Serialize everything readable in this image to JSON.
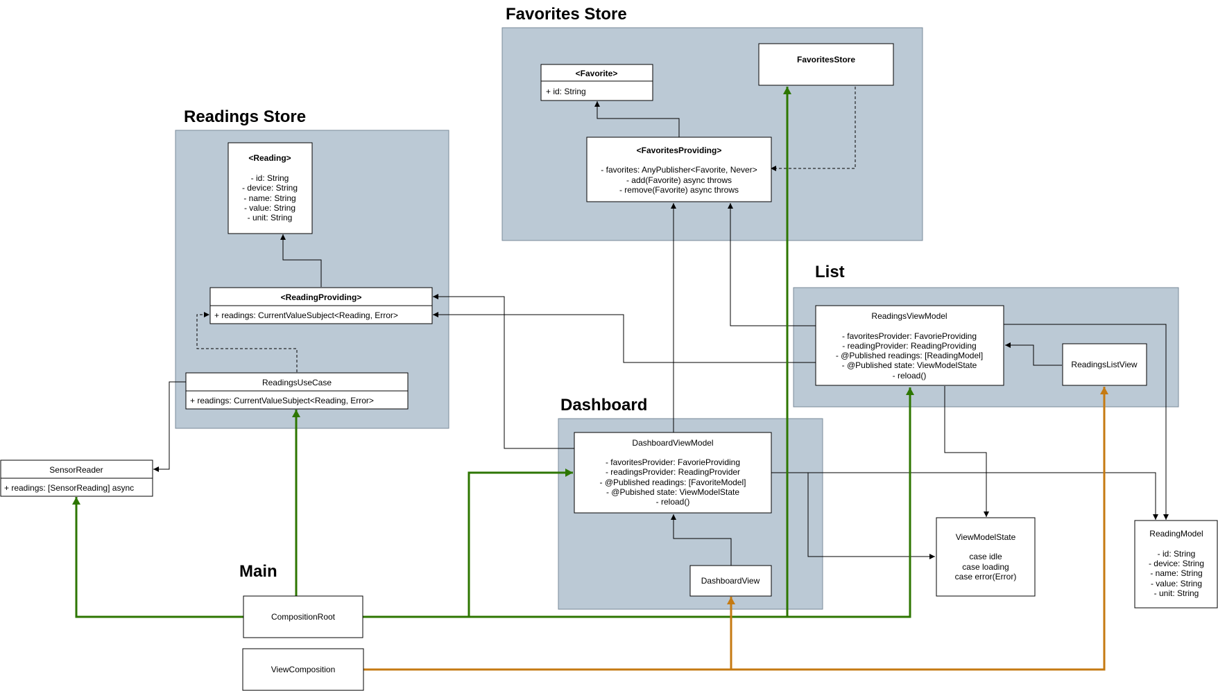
{
  "colors": {
    "package_fill": "#bbc9d5",
    "green_edge": "#2d7600",
    "orange_edge": "#c57a12",
    "edge": "#000000"
  },
  "packages": {
    "favorites_store": "Favorites Store",
    "readings_store": "Readings Store",
    "list": "List",
    "dashboard": "Dashboard",
    "main": "Main"
  },
  "favorite": {
    "title": "<Favorite>",
    "attrs": [
      "+ id: String"
    ]
  },
  "favorites_store_cls": {
    "title": "FavoritesStore"
  },
  "favorites_providing": {
    "title": "<FavoritesProviding>",
    "attrs": [
      "- favorites: AnyPublisher<Favorite, Never>",
      "- add(Favorite) async throws",
      "- remove(Favorite) async throws"
    ]
  },
  "reading": {
    "title": "<Reading>",
    "attrs": [
      "- id: String",
      "- device: String",
      "- name: String",
      "- value: String",
      "- unit: String"
    ]
  },
  "reading_providing": {
    "title": "<ReadingProviding>",
    "attrs": [
      "+ readings: CurrentValueSubject<Reading, Error>"
    ]
  },
  "readings_use_case": {
    "title": "ReadingsUseCase",
    "attrs": [
      "+ readings: CurrentValueSubject<Reading, Error>"
    ]
  },
  "sensor_reader": {
    "title": "SensorReader",
    "attrs": [
      "+ readings: [SensorReading] async"
    ]
  },
  "readings_view_model": {
    "title": "ReadingsViewModel",
    "attrs": [
      "- favoritesProvider: FavorieProviding",
      "- readingProvider: ReadingProviding",
      "- @Published readings: [ReadingModel]",
      "- @Published state: ViewModelState",
      "- reload()"
    ]
  },
  "readings_list_view": {
    "title": "ReadingsListView"
  },
  "dashboard_view_model": {
    "title": "DashboardViewModel",
    "attrs": [
      "- favoritesProvider: FavorieProviding",
      "- readingsProvider: ReadingProvider",
      "- @Published readings: [FavoriteModel]",
      "- @Pubished state: ViewModelState",
      "- reload()"
    ]
  },
  "dashboard_view": {
    "title": "DashboardView"
  },
  "view_model_state": {
    "title": "ViewModelState",
    "attrs": [
      "case idle",
      "case loading",
      "case error(Error)"
    ]
  },
  "reading_model": {
    "title": "ReadingModel",
    "attrs": [
      "- id: String",
      "- device: String",
      "- name: String",
      "- value: String",
      "- unit: String"
    ]
  },
  "composition_root": {
    "title": "CompositionRoot"
  },
  "view_composition": {
    "title": "ViewComposition"
  }
}
